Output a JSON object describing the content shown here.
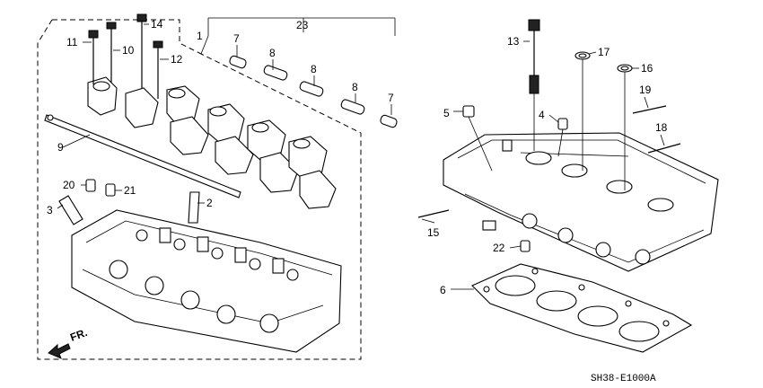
{
  "callouts": {
    "n1": "1",
    "n2": "2",
    "n3": "3",
    "n4": "4",
    "n5": "5",
    "n6": "6",
    "n7a": "7",
    "n7b": "7",
    "n8a": "8",
    "n8b": "8",
    "n8c": "8",
    "n9": "9",
    "n10": "10",
    "n11": "11",
    "n12": "12",
    "n13": "13",
    "n14": "14",
    "n15": "15",
    "n16": "16",
    "n17": "17",
    "n18": "18",
    "n19": "19",
    "n20": "20",
    "n21": "21",
    "n22": "22",
    "n23": "23"
  },
  "direction_label": "FR.",
  "diagram_code": "SH38-E1000A"
}
